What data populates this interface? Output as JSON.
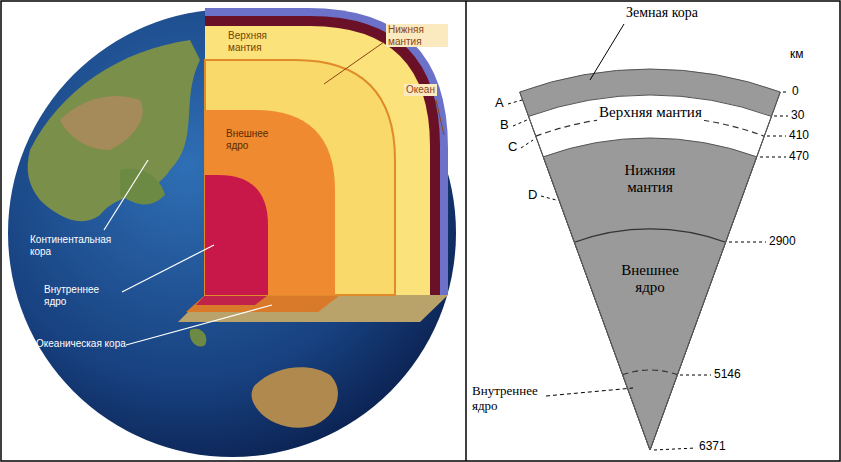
{
  "diagram": {
    "labels": [
      "Верхняя мантия",
      "Нижняя мантия",
      "Океан",
      "Внешнее ядро",
      "Континентальная кора",
      "Внутреннее ядро",
      "Океаническая кора",
      "Земная кора",
      "км",
      "A",
      "B",
      "C",
      "D",
      "0",
      "30",
      "410",
      "470",
      "Верхняя мантия",
      "Нижняя мантия",
      "2900",
      "Внешнее ядро",
      "5146",
      "Внутреннее ядро",
      "6371"
    ]
  }
}
